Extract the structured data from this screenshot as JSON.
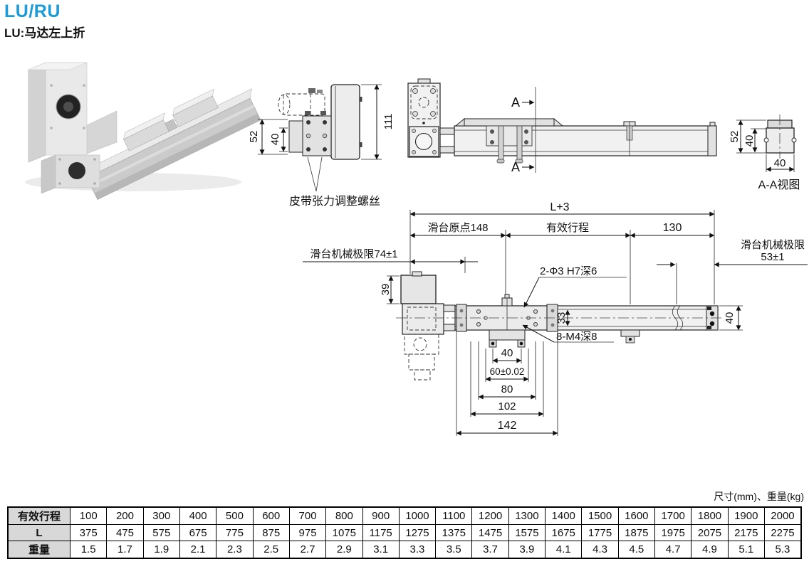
{
  "page": {
    "title": "LU/RU",
    "subtitle": "LU:马达左上折",
    "units_note": "尺寸(mm)、重量(kg)",
    "accent_color": "#1b9bd7"
  },
  "side_view": {
    "dim_height_outer": "52",
    "dim_height_inner": "40",
    "dim_plate_height": "111",
    "belt_label": "皮带张力调整螺丝"
  },
  "top_view": {
    "section_letter_top": "A",
    "section_letter_bottom": "A"
  },
  "section_view": {
    "dim_outer_height": "52",
    "dim_inner_height": "40",
    "dim_width": "40",
    "caption": "A-A视图"
  },
  "main_view": {
    "dim_total": "L+3",
    "dim_origin": "滑台原点148",
    "dim_stroke": "有效行程",
    "dim_end": "130",
    "limit_left": "滑台机械极限74±1",
    "limit_right_1": "滑台机械极限",
    "limit_right_2": "53±1",
    "dim_motor_height": "39",
    "dim_rail_inner": "33",
    "dim_rail_height": "40",
    "callout_dowel": "2-Φ3 H7深6",
    "callout_tap": "8-M4深8",
    "dim_pitch_40": "40",
    "dim_pitch_60": "60±0.02",
    "dim_pitch_80": "80",
    "dim_pitch_102": "102",
    "dim_slider_len": "142"
  },
  "table": {
    "rows": [
      {
        "header": "有效行程",
        "values": [
          "100",
          "200",
          "300",
          "400",
          "500",
          "600",
          "700",
          "800",
          "900",
          "1000",
          "1100",
          "1200",
          "1300",
          "1400",
          "1500",
          "1600",
          "1700",
          "1800",
          "1900",
          "2000"
        ]
      },
      {
        "header": "L",
        "values": [
          "375",
          "475",
          "575",
          "675",
          "775",
          "875",
          "975",
          "1075",
          "1175",
          "1275",
          "1375",
          "1475",
          "1575",
          "1675",
          "1775",
          "1875",
          "1975",
          "2075",
          "2175",
          "2275"
        ]
      },
      {
        "header": "重量",
        "values": [
          "1.5",
          "1.7",
          "1.9",
          "2.1",
          "2.3",
          "2.5",
          "2.7",
          "2.9",
          "3.1",
          "3.3",
          "3.5",
          "3.7",
          "3.9",
          "4.1",
          "4.3",
          "4.5",
          "4.7",
          "4.9",
          "5.1",
          "5.3"
        ]
      }
    ]
  }
}
